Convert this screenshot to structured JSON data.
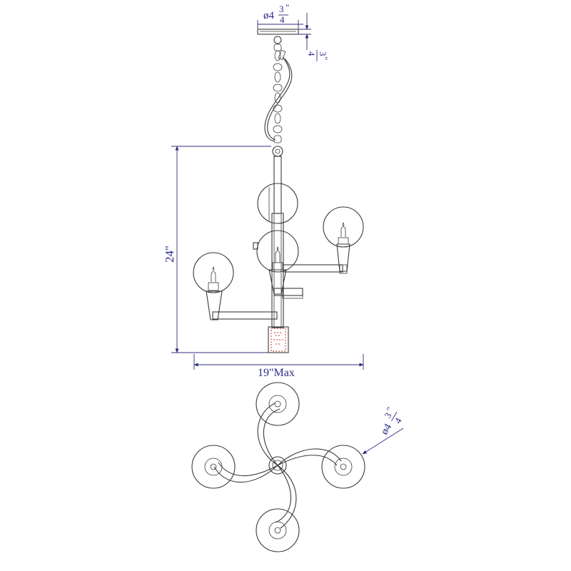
{
  "dimensions": {
    "canopy_diameter": {
      "prefix": "ø4",
      "numerator": "3",
      "denominator": "4",
      "unit": "\""
    },
    "canopy_height": {
      "numerator": "3",
      "denominator": "4",
      "unit": "\""
    },
    "height": "24\"",
    "width": "19\"Max",
    "base_diameter": {
      "prefix": "ø4",
      "numerator": "3",
      "denominator": "4",
      "unit": "\""
    }
  },
  "colors": {
    "line": "#3a3a3a",
    "dimension": "#2d2d8c",
    "highlight": "#c0392b"
  }
}
